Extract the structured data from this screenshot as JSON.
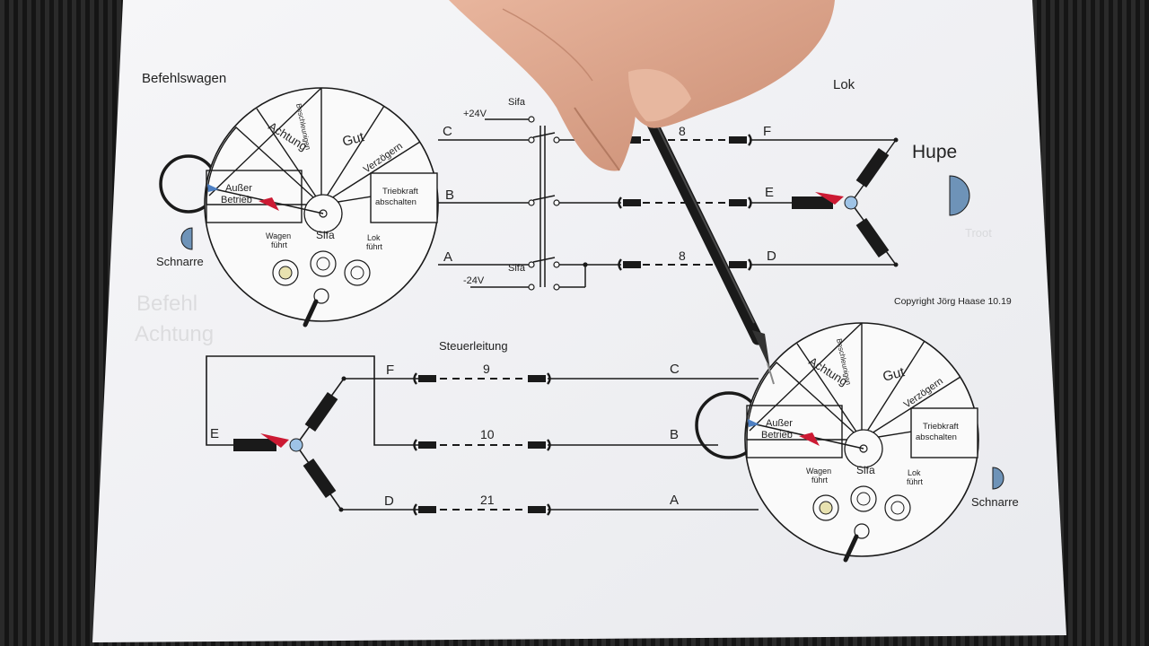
{
  "top_left_title": "Befehlswagen",
  "top_right_title": "Lok",
  "hupe_label": "Hupe",
  "tr_faded": "Troot",
  "copyright": "Copyright Jörg Haase 10.19",
  "steuerleitung": "Steuerleitung",
  "faded_left": [
    "Befehl",
    "Achtung"
  ],
  "plus24": "+24V",
  "minus24": "-24V",
  "sifa_top": "Sifa",
  "top_wires": {
    "c": "C",
    "b": "B",
    "a": "A",
    "f": "F",
    "e": "E",
    "d": "D",
    "num_top": "8",
    "num_bottom": "8"
  },
  "bottom_wires": {
    "f": "F",
    "e": "E",
    "d": "D",
    "c": "C",
    "b": "B",
    "a": "A",
    "nums": [
      "9",
      "10",
      "21"
    ]
  },
  "dial": {
    "segments": [
      "Achtung",
      "Beschleunigen",
      "Gut",
      "Verzögern"
    ],
    "abschalten": [
      "Triebkraft",
      "abschalten"
    ],
    "ausser": [
      "Außer",
      "Betrieb"
    ],
    "wagen": [
      "Wagen",
      "führt"
    ],
    "sifa": "Sifa",
    "lok": [
      "Lok",
      "führt"
    ]
  },
  "schnarre": "Schnarre",
  "colors": {
    "paper": "#f3f4f6",
    "line": "#1a1a1a",
    "accent_blue": "#6e93b8",
    "red": "#cc1a33",
    "pointer_blue": "#4d7fc2",
    "lamp": "#e8e2b0",
    "hand": "#d9a38a",
    "pen": "#1a1a1a"
  }
}
